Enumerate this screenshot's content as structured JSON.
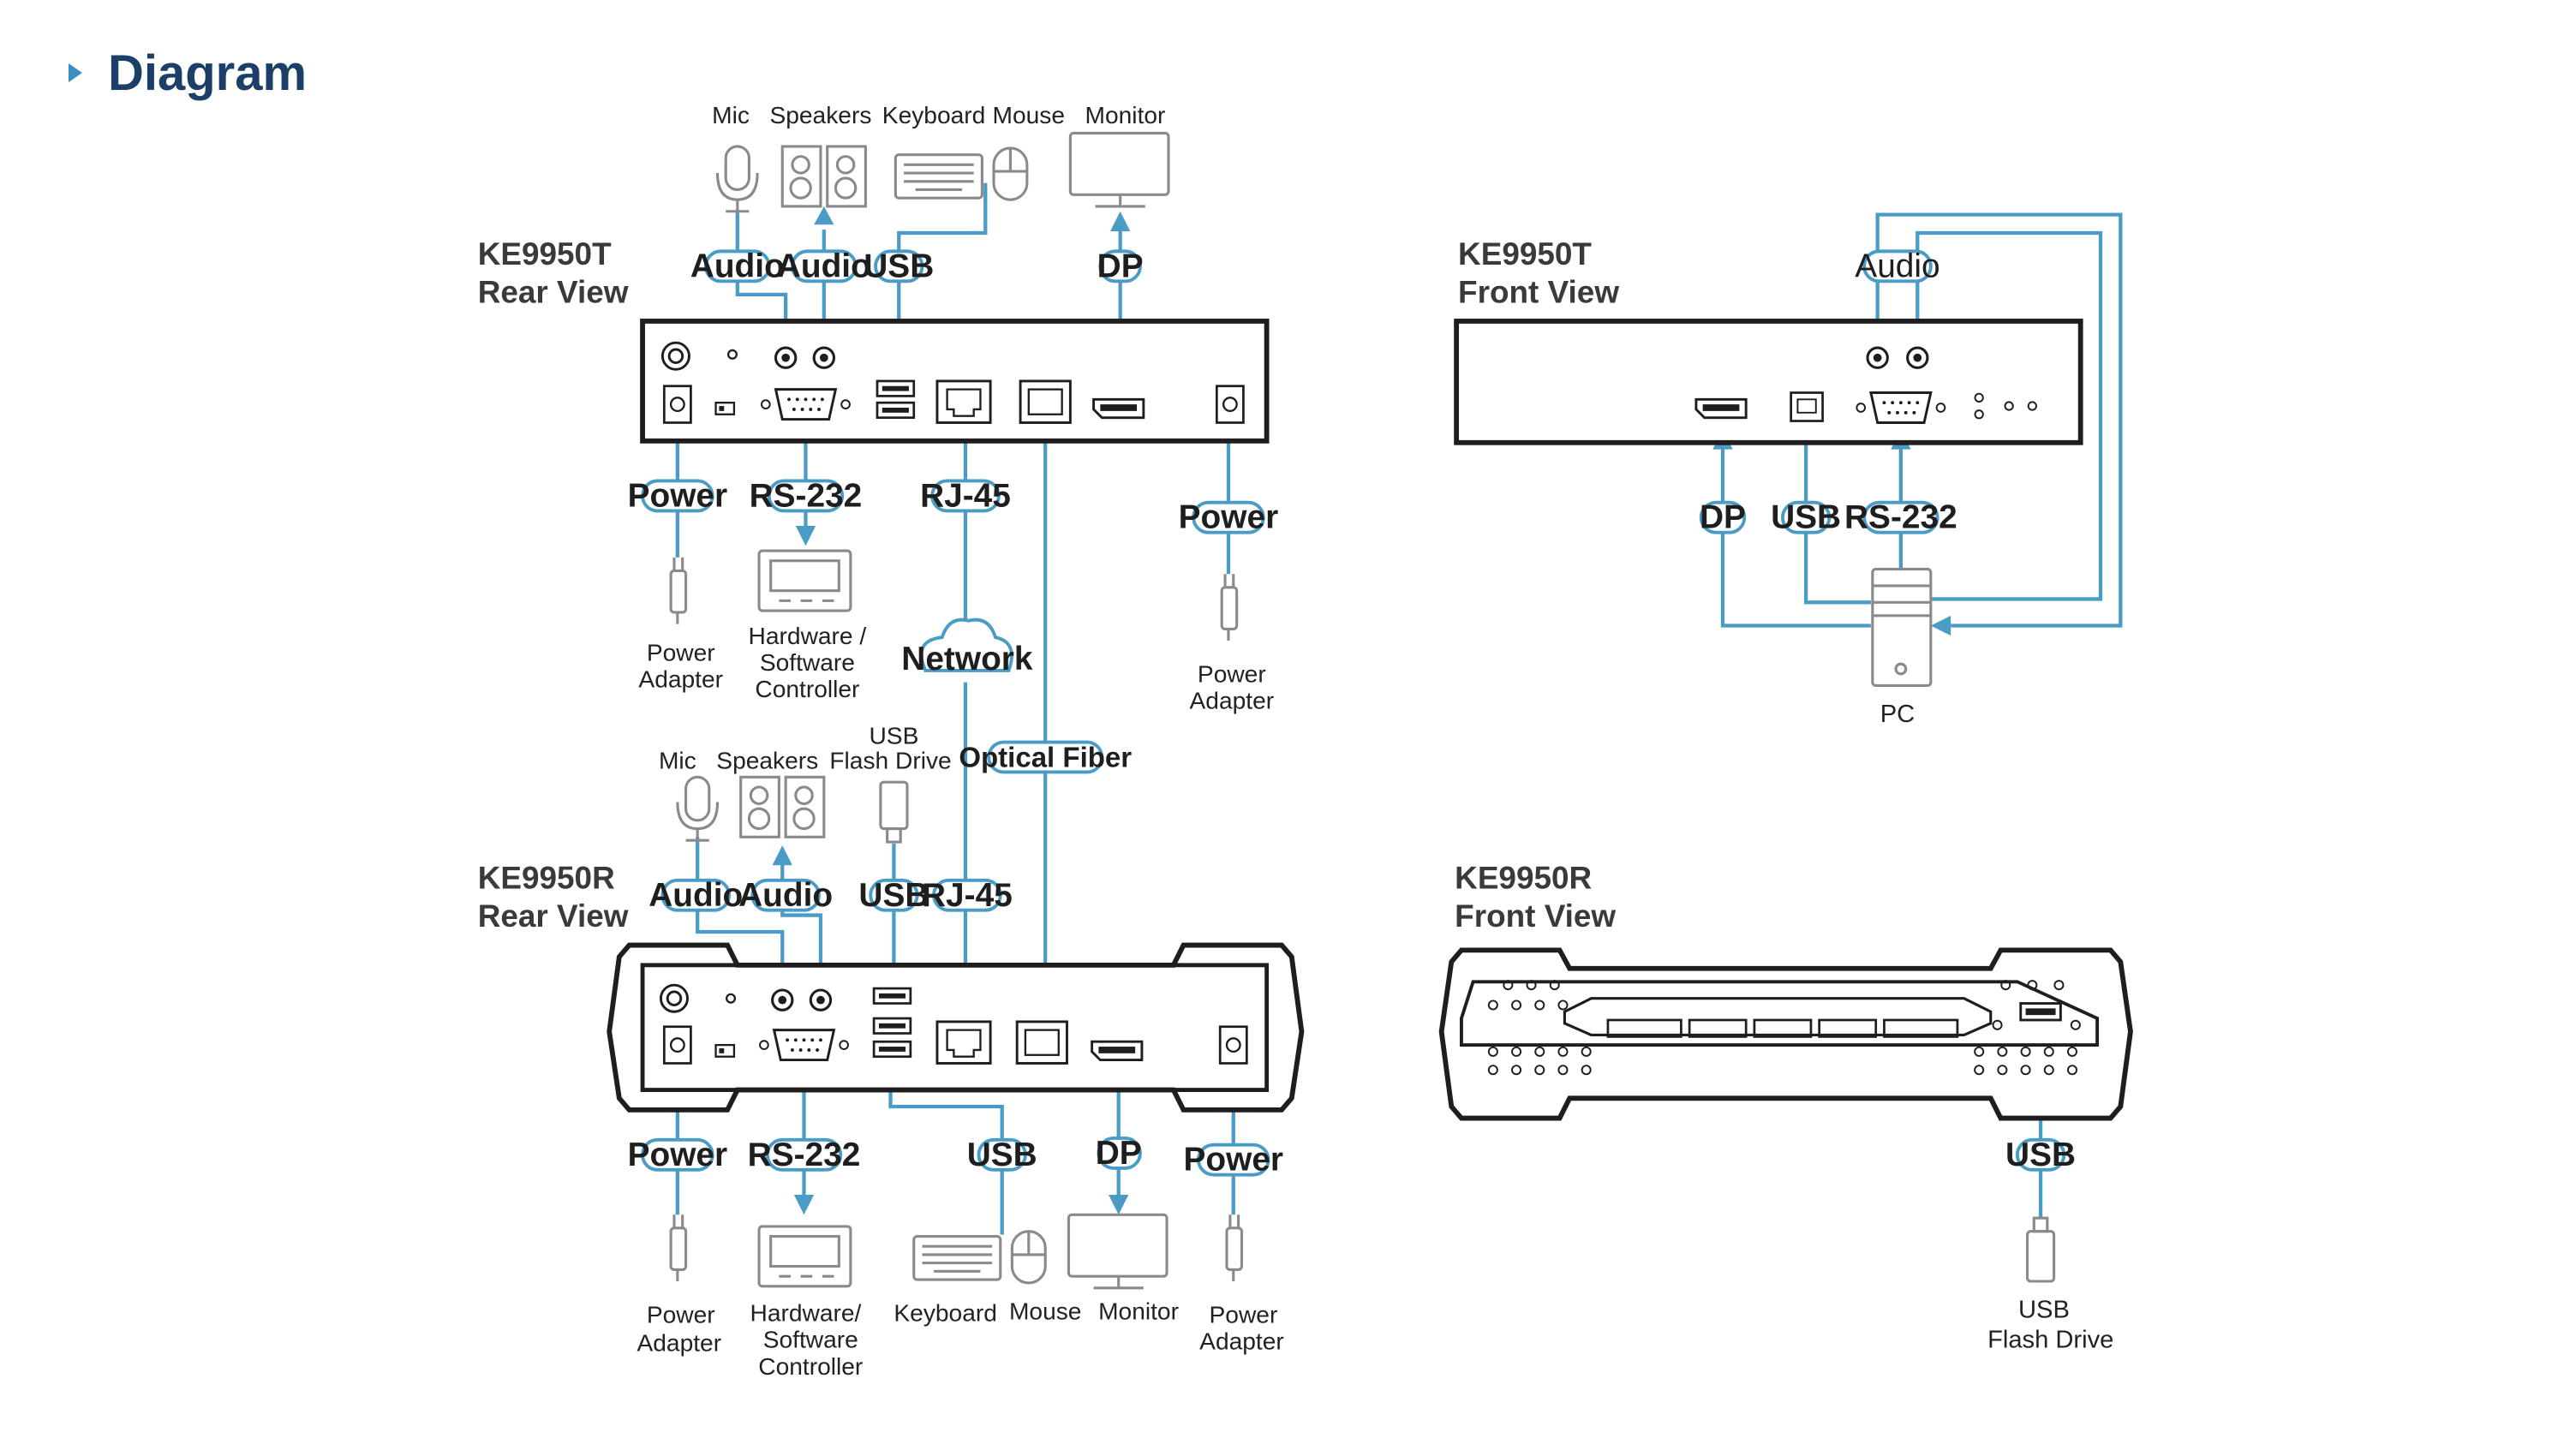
{
  "header": {
    "title": "Diagram"
  },
  "colors": {
    "wire": "#4a9cc6",
    "device": "#1e1e1e",
    "icon": "#8a8a8a",
    "title": "#1b3f69",
    "accent": "#3a8fc2"
  },
  "views": {
    "t_rear": {
      "line1": "KE9950T",
      "line2": "Rear View"
    },
    "t_front": {
      "line1": "KE9950T",
      "line2": "Front View"
    },
    "r_rear": {
      "line1": "KE9950R",
      "line2": "Rear View"
    },
    "r_front": {
      "line1": "KE9950R",
      "line2": "Front View"
    }
  },
  "labels": {
    "mic": "Mic",
    "speakers": "Speakers",
    "keyboard": "Keyboard",
    "mouse": "Mouse",
    "monitor": "Monitor",
    "power": "Power",
    "adapter": "Adapter",
    "hardware_t": "Hardware /",
    "hardware_r": "Hardware/",
    "software": "Software",
    "controller": "Controller",
    "usb": "USB",
    "flash_drive": "Flash Drive",
    "pc": "PC"
  },
  "connectors": {
    "audio": "Audio",
    "usb": "USB",
    "dp": "DP",
    "power": "Power",
    "rs232": "RS-232",
    "rj45": "RJ-45",
    "network": "Network",
    "optical_fiber": "Optical Fiber"
  }
}
